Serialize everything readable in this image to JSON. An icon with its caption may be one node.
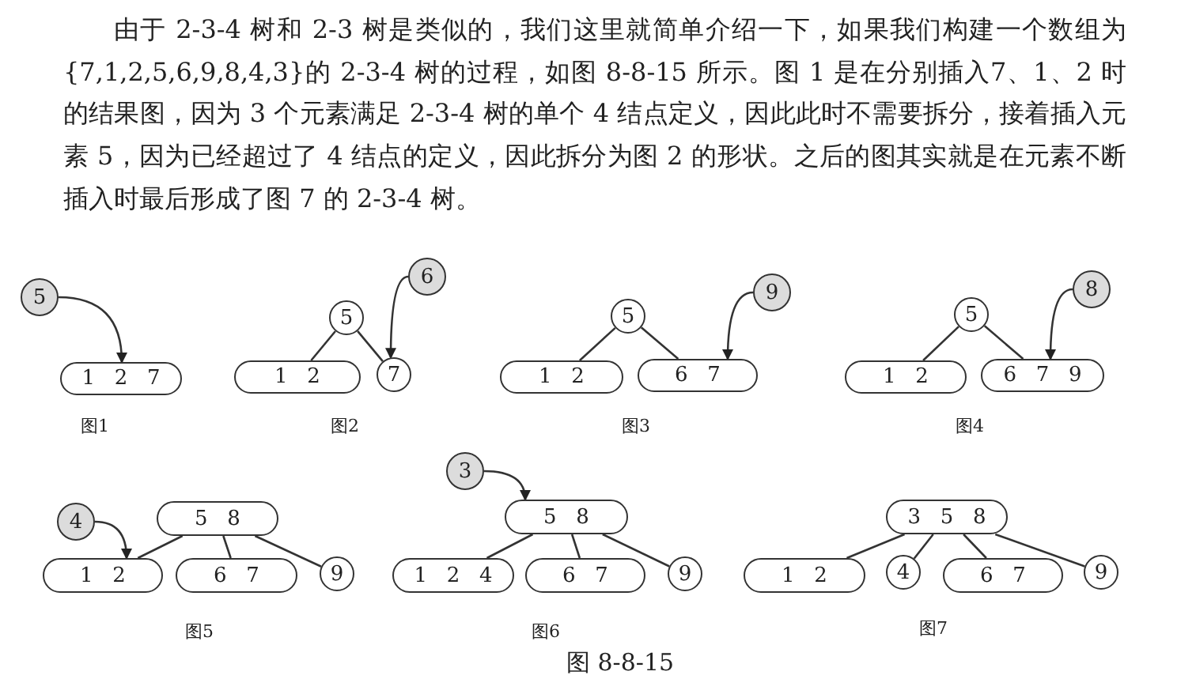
{
  "diagram": {
    "caption": "图 8-8-15",
    "nodes": [
      {
        "text": [
          "5"
        ]
      },
      {
        "text": [
          "1 2 7"
        ]
      },
      {
        "text": [
          "6"
        ]
      },
      {
        "text": [
          "5"
        ]
      },
      {
        "text": [
          "1 2"
        ]
      },
      {
        "text": [
          "7"
        ]
      },
      {
        "text": [
          "5"
        ]
      },
      {
        "text": [
          "9"
        ]
      },
      {
        "text": [
          "1 2"
        ]
      },
      {
        "text": [
          "6 7"
        ]
      },
      {
        "text": [
          "5"
        ]
      },
      {
        "text": [
          "8"
        ]
      },
      {
        "text": [
          "1 2"
        ]
      },
      {
        "text": [
          "6 7 9"
        ]
      },
      {
        "text": [
          "4"
        ]
      },
      {
        "text": [
          "5 8"
        ]
      },
      {
        "text": [
          "1 2"
        ]
      },
      {
        "text": [
          "6 7"
        ]
      },
      {
        "text": [
          "9"
        ]
      },
      {
        "text": [
          "3"
        ]
      },
      {
        "text": [
          "5 8"
        ]
      },
      {
        "text": [
          "1 2 4"
        ]
      },
      {
        "text": [
          "6 7"
        ]
      },
      {
        "text": [
          "9"
        ]
      },
      {
        "text": [
          "3 5 8"
        ]
      },
      {
        "text": [
          "1 2"
        ]
      },
      {
        "text": [
          "4"
        ]
      },
      {
        "text": [
          "6 7"
        ]
      },
      {
        "text": [
          "9"
        ]
      }
    ],
    "edges": [
      {
        "from": 0,
        "to": 1,
        "arrow": "to"
      },
      {
        "from": 2,
        "to": 5,
        "arrow": "to"
      },
      {
        "from": 3,
        "to": 4,
        "arrow": "none"
      },
      {
        "from": 3,
        "to": 5,
        "arrow": "none"
      },
      {
        "from": 6,
        "to": 8,
        "arrow": "none"
      },
      {
        "from": 6,
        "to": 9,
        "arrow": "none"
      },
      {
        "from": 7,
        "to": 9,
        "arrow": "to"
      },
      {
        "from": 10,
        "to": 12,
        "arrow": "none"
      },
      {
        "from": 10,
        "to": 13,
        "arrow": "none"
      },
      {
        "from": 11,
        "to": 13,
        "arrow": "to"
      },
      {
        "from": 14,
        "to": 16,
        "arrow": "to"
      },
      {
        "from": 15,
        "to": 16,
        "arrow": "none"
      },
      {
        "from": 15,
        "to": 17,
        "arrow": "none"
      },
      {
        "from": 15,
        "to": 18,
        "arrow": "none"
      },
      {
        "from": 19,
        "to": 20,
        "arrow": "to"
      },
      {
        "from": 20,
        "to": 21,
        "arrow": "none"
      },
      {
        "from": 20,
        "to": 22,
        "arrow": "none"
      },
      {
        "from": 20,
        "to": 23,
        "arrow": "none"
      },
      {
        "from": 24,
        "to": 25,
        "arrow": "none"
      },
      {
        "from": 24,
        "to": 26,
        "arrow": "none"
      },
      {
        "from": 24,
        "to": 27,
        "arrow": "none"
      },
      {
        "from": 24,
        "to": 28,
        "arrow": "none"
      }
    ],
    "labels": [
      "由于 2-3-4 树和 2-3 树是类似的，我们这里就简单介绍一下，如果我们构建一个数组为{7,1,2,5,6,9,8,4,3}的 2-3-4 树的过程，如图 8-8-15 所示。图 1 是在分别插入7、1、2 时的结果图，因为 3 个元素满足 2-3-4 树的单个 4 结点定义，因此此时不需要拆分，接着插入元素 5，因为已经超过了 4 结点的定义，因此拆分为图 2 的形状。之后的图其实就是在元素不断插入时最后形成了图 7 的 2-3-4 树。",
      "图1",
      "图2",
      "图3",
      "图4",
      "图5",
      "图6",
      "图7"
    ]
  }
}
